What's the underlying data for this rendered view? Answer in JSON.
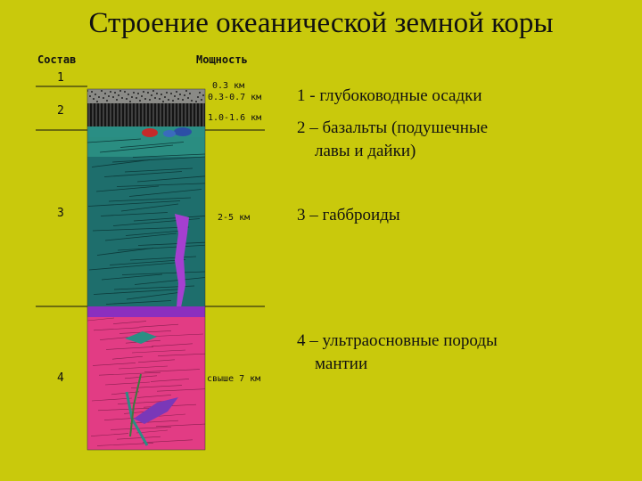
{
  "title": "Строение океанической земной коры",
  "headers": {
    "composition": "Состав",
    "thickness": "Мощность"
  },
  "layers": [
    {
      "num": "1",
      "thickness": "0.3 км"
    },
    {
      "num": "",
      "thickness": "0.3-0.7 км"
    },
    {
      "num": "2",
      "thickness": "1.0-1.6 км"
    },
    {
      "num": "3",
      "thickness": "2-5 км"
    },
    {
      "num": "4",
      "thickness": "свыше 7 км"
    }
  ],
  "legend": [
    {
      "line1": "1 - глубоководные осадки",
      "line2": ""
    },
    {
      "line1": "2 – базальты (подушечные",
      "line2": "лавы и дайки)"
    },
    {
      "line1": "3 – габброиды",
      "line2": ""
    },
    {
      "line1": "4 – ультраосновные породы",
      "line2": "мантии"
    }
  ],
  "colors": {
    "background": "#c9c90c",
    "sediment": "#8a8a86",
    "dikes": "#151515",
    "pillow_lava": "#2a8e84",
    "gabbro": "#1e6e6c",
    "moho": "#8b2fbf",
    "mantle": "#e23c84"
  }
}
